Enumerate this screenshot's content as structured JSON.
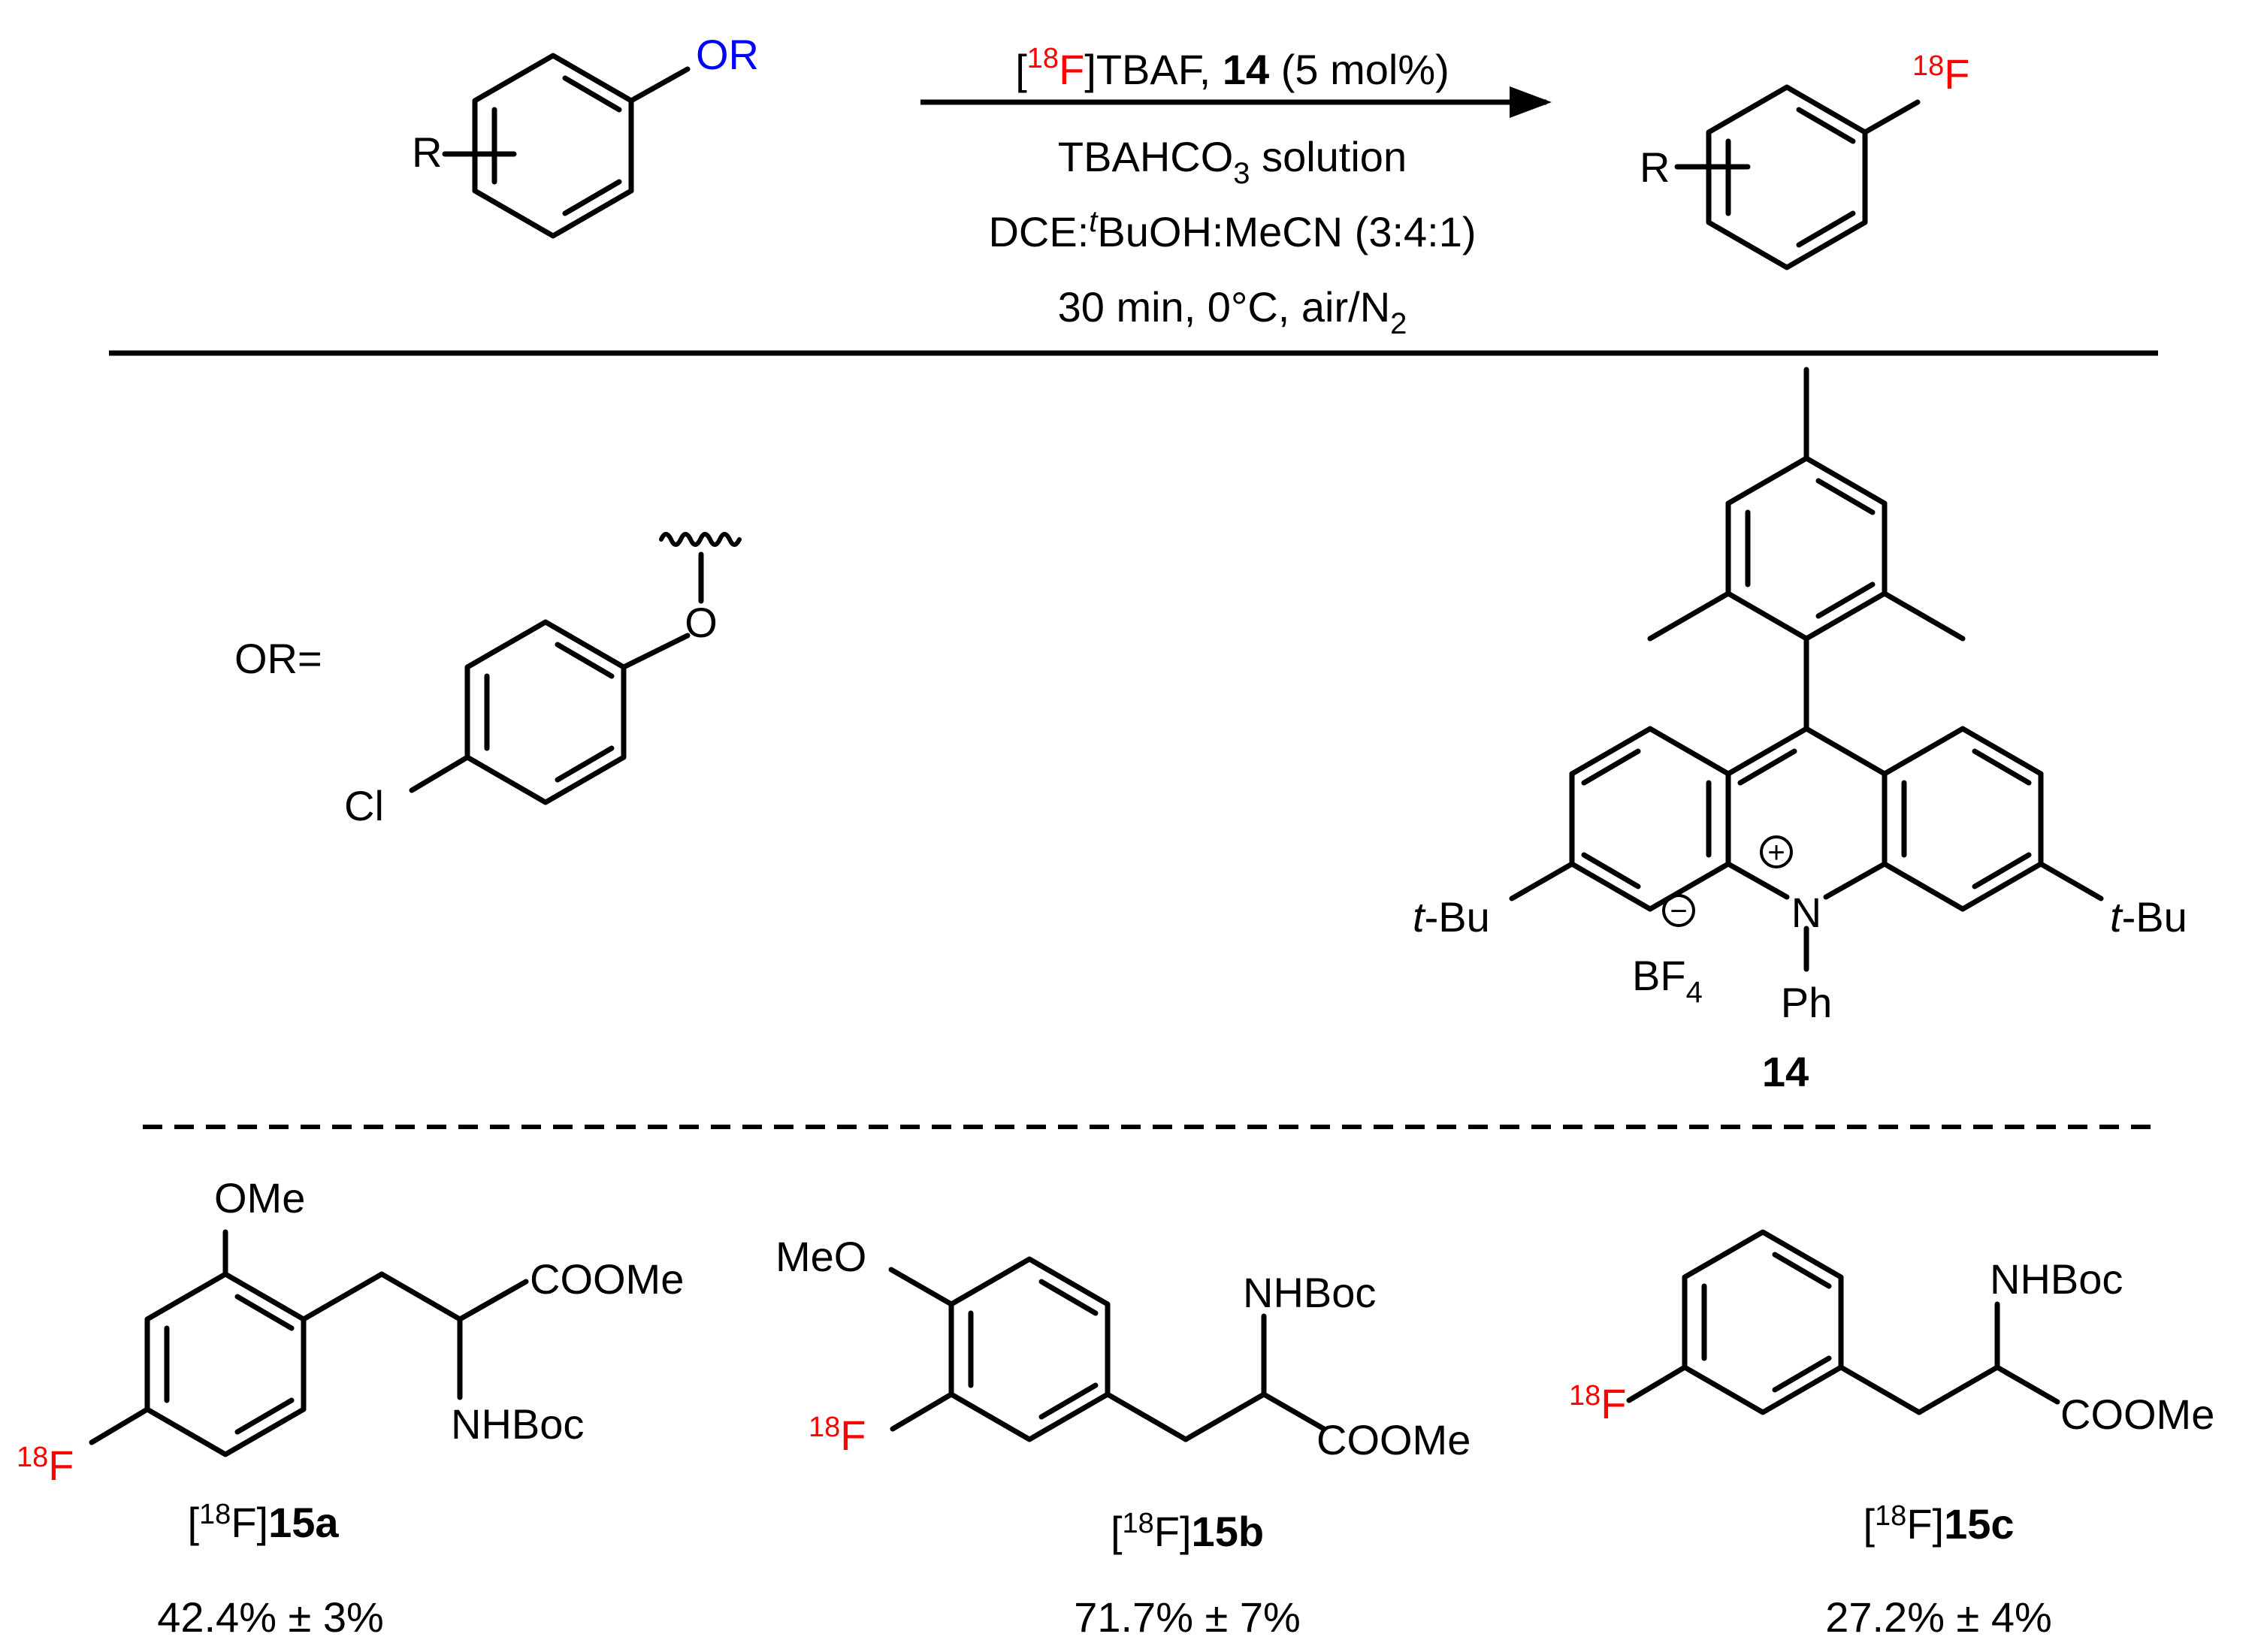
{
  "colors": {
    "red": "#ff0000",
    "blue": "#0000ff",
    "black": "#000000"
  },
  "substrate": {
    "R": "R",
    "OR": "OR"
  },
  "conditions": {
    "line1": {
      "open": "[",
      "iso": "18",
      "el": "F",
      "rest": "]TBAF,",
      "cat": "14",
      "loading": "(5 mol%)"
    },
    "line2": {
      "text": "TBAHCO",
      "sub": "3",
      "tail": " solution"
    },
    "line3": {
      "a": "DCE:",
      "t": "t",
      "b": "BuOH:MeCN (3:4:1)"
    },
    "line4": {
      "text": "30 min, 0°C, air/N",
      "sub": "2"
    }
  },
  "product": {
    "R": "R",
    "iso": "18",
    "el": "F"
  },
  "or_definition": {
    "label": "OR=",
    "O": "O",
    "Cl": "Cl"
  },
  "catalyst": {
    "tBu_left": {
      "t": "t",
      "rest": "-Bu"
    },
    "tBu_right": {
      "t": "t",
      "rest": "-Bu"
    },
    "N": "N",
    "Ph": "Ph",
    "plus": "+",
    "minus": "−",
    "BF": "BF",
    "BF_sub": "4",
    "label": "14"
  },
  "examples": [
    {
      "groups": {
        "OMe": "OMe",
        "COOMe": "COOMe",
        "NHBoc": "NHBoc",
        "iso": "18",
        "el": "F"
      },
      "label": {
        "open": "[",
        "iso": "18",
        "close": "F]",
        "id": "15a"
      },
      "yield": "42.4% ± 3%"
    },
    {
      "groups": {
        "MeO": "MeO",
        "NHBoc": "NHBoc",
        "COOMe": "COOMe",
        "iso": "18",
        "el": "F"
      },
      "label": {
        "open": "[",
        "iso": "18",
        "close": "F]",
        "id": "15b"
      },
      "yield": "71.7% ± 7%"
    },
    {
      "groups": {
        "NHBoc": "NHBoc",
        "COOMe": "COOMe",
        "iso": "18",
        "el": "F"
      },
      "label": {
        "open": "[",
        "iso": "18",
        "close": "F]",
        "id": "15c"
      },
      "yield": "27.2% ± 4%"
    }
  ]
}
